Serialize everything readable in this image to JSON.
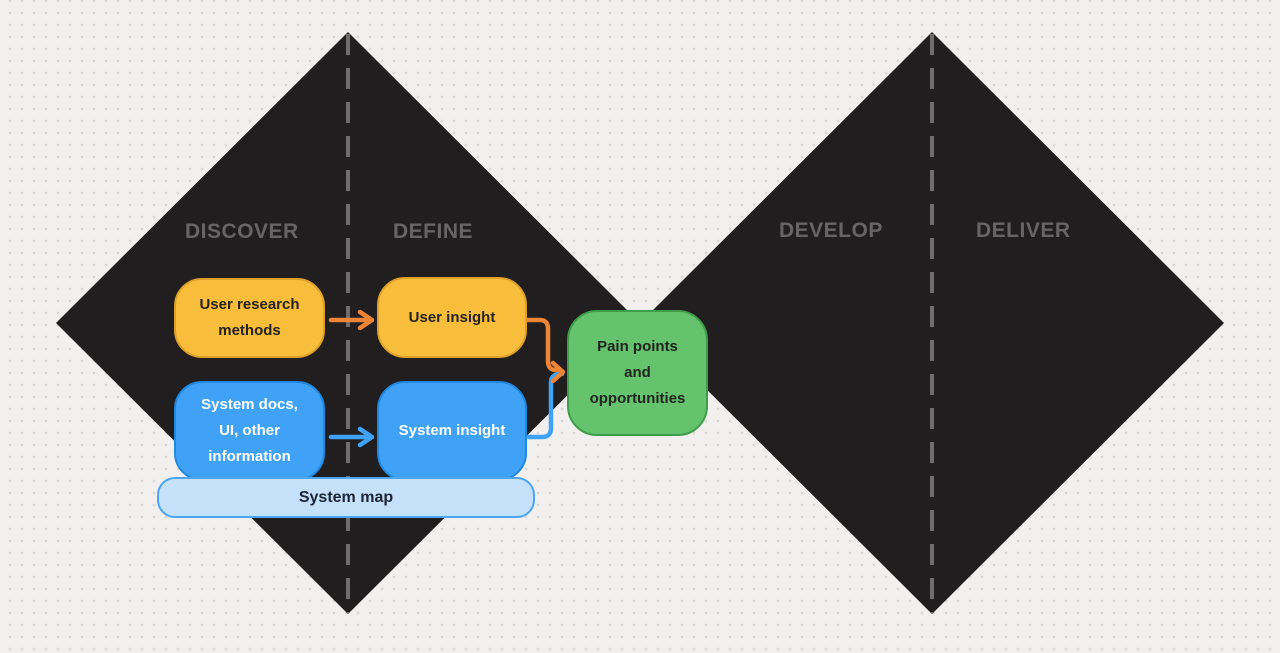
{
  "phases": [
    {
      "label": "DISCOVER"
    },
    {
      "label": "DEFINE"
    },
    {
      "label": "DEVELOP"
    },
    {
      "label": "DELIVER"
    }
  ],
  "nodes": {
    "user_research": {
      "label": "User research\nmethods",
      "fill": "#f8be3b",
      "border": "#dfa02a"
    },
    "user_insight": {
      "label": "User insight",
      "fill": "#f8be3b",
      "border": "#dfa02a"
    },
    "system_docs": {
      "label": "System docs,\nUI, other\ninformation",
      "fill": "#3fa2f7",
      "border": "#1f88e0"
    },
    "system_insight": {
      "label": "System insight",
      "fill": "#3fa2f7",
      "border": "#1f88e0"
    },
    "system_map": {
      "label": "System map",
      "fill": "#c5e1fa",
      "border": "#4ba5f1"
    },
    "pain_points": {
      "label": "Pain points\nand\nopportunities",
      "fill": "#65c36d",
      "border": "#3f9d49"
    }
  },
  "colors": {
    "background": "#f1f0ee",
    "dot_grid": "#d8d8d5",
    "diamond": "#211e1f",
    "dashed_line": "#6e6e6e",
    "phase_label": "#666566",
    "arrow_orange": "#ee8435",
    "arrow_blue": "#3fa2f7"
  }
}
